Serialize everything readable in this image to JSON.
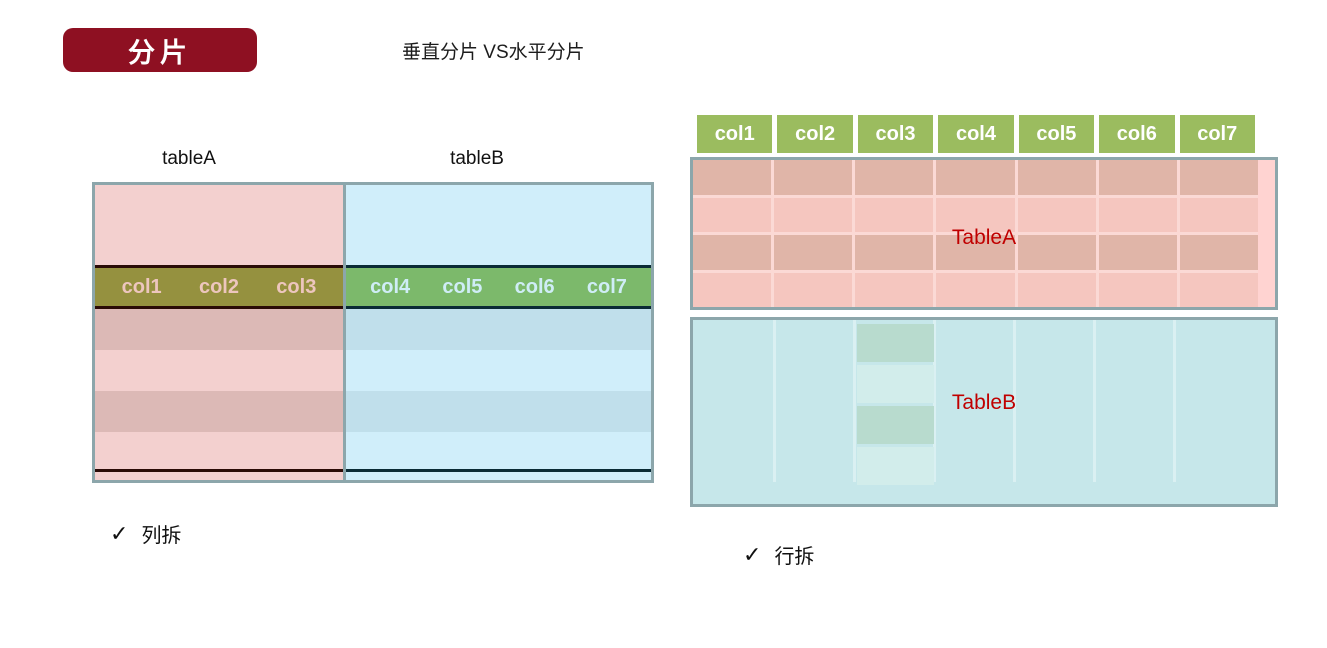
{
  "badge": {
    "label": "分片"
  },
  "subtitle": "垂直分片 VS水平分片",
  "left_diagram": {
    "table_a_label": "tableA",
    "table_b_label": "tableB",
    "pink_columns": [
      "col1",
      "col2",
      "col3"
    ],
    "blue_columns": [
      "col4",
      "col5",
      "col6",
      "col7"
    ],
    "caption_check": "✓",
    "caption": "列拆"
  },
  "right_diagram": {
    "header_columns": [
      "col1",
      "col2",
      "col3",
      "col4",
      "col5",
      "col6",
      "col7"
    ],
    "table_a_label": "TableA",
    "table_b_label": "TableB",
    "caption_check": "✓",
    "caption": "行拆"
  },
  "palette": {
    "badge_red": "#8e1022",
    "border_gray": "#8ca6ab",
    "left_pink_light": "#f3d0cf",
    "left_pink_dark_row": "#dcb9b6",
    "left_olive_header": "#95913f",
    "left_olive_header_text": "#edc6be",
    "left_pink_dark_line": "#2a0b06",
    "left_blue_light": "#d0eefa",
    "left_blue_dark_row": "#c0dfeb",
    "left_green_header": "#7cb96b",
    "left_green_header_text": "#cfedf6",
    "left_blue_dark_line": "#0a2b35",
    "right_header_green": "#9bbc5f",
    "right_tablea_dark_row": "#e0b5a8",
    "right_tablea_light_row": "#f5c6bf",
    "right_tablea_strip": "#ffd3d1",
    "right_tableb_bg": "#c6e7ea",
    "right_tableb_cell_green": "#b8dbce",
    "table_label_red": "#c00000"
  }
}
